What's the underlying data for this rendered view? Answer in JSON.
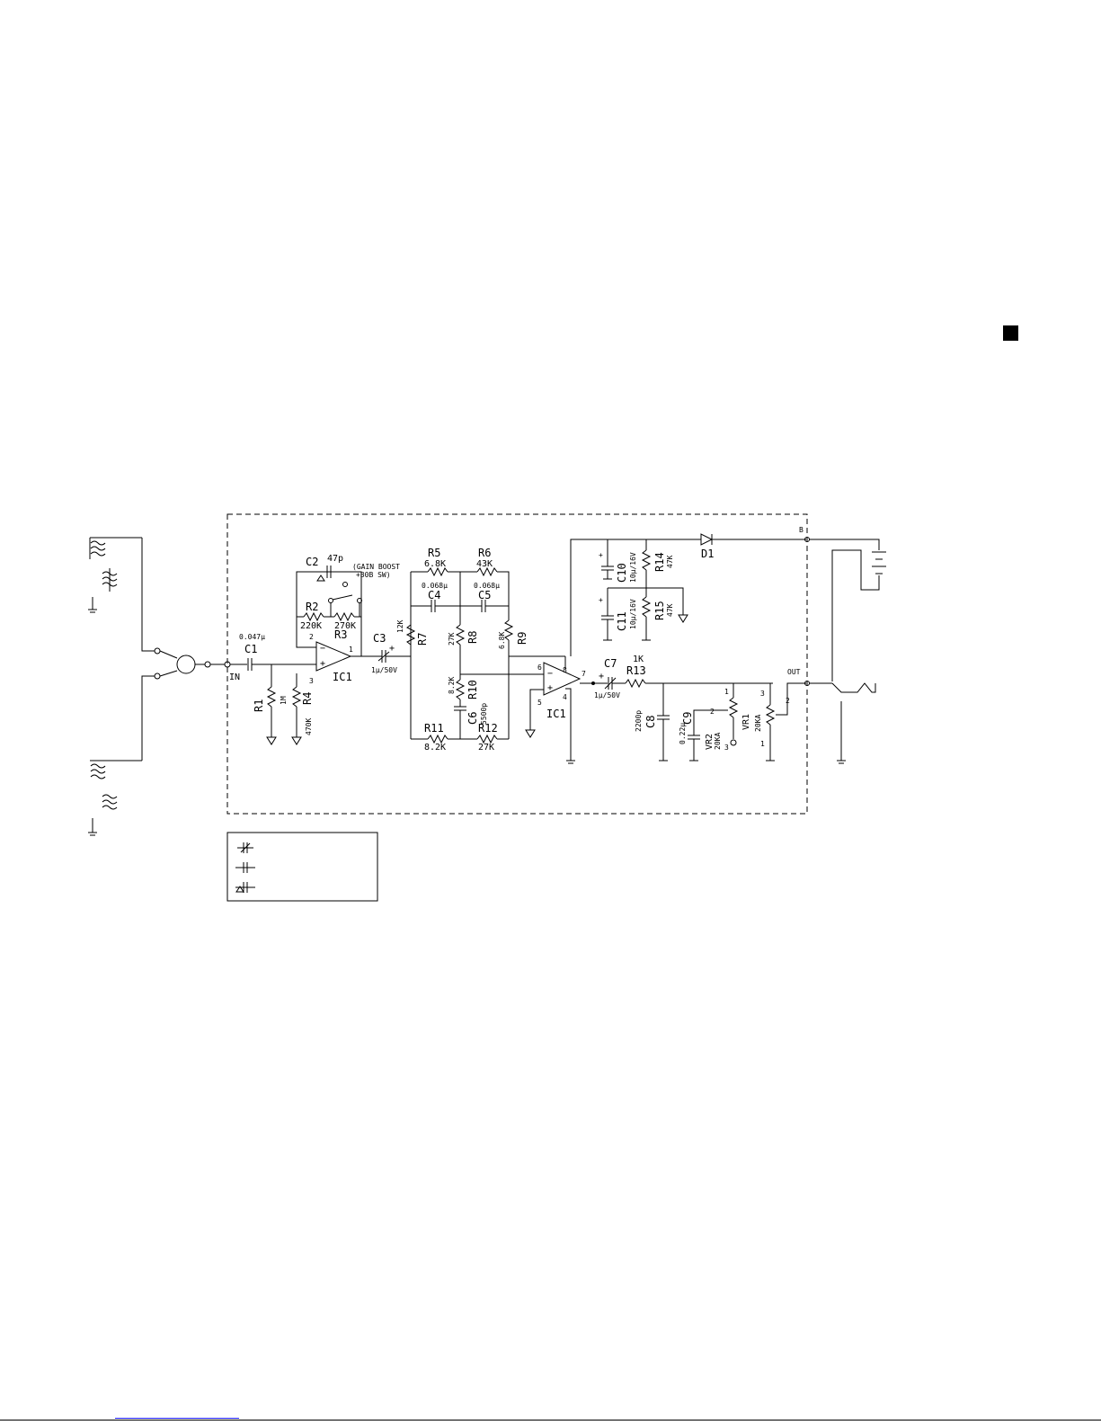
{
  "schematic": {
    "components": {
      "C1": {
        "ref": "C1",
        "value": "0.047μ"
      },
      "C2": {
        "ref": "C2",
        "value": "47p"
      },
      "C3": {
        "ref": "C3",
        "value": "1μ/50V"
      },
      "C4": {
        "ref": "C4",
        "value": "0.068μ"
      },
      "C5": {
        "ref": "C5",
        "value": "0.068μ"
      },
      "C6": {
        "ref": "C6",
        "value": "5500p"
      },
      "C7": {
        "ref": "C7",
        "value": "1μ/50V"
      },
      "C8": {
        "ref": "C8",
        "value": "2200p"
      },
      "C9": {
        "ref": "C9",
        "value": "0.22μ"
      },
      "C10": {
        "ref": "C10",
        "value": "10μ/16V"
      },
      "C11": {
        "ref": "C11",
        "value": "10μ/16V"
      },
      "R1": {
        "ref": "R1",
        "value": "1M"
      },
      "R2": {
        "ref": "R2",
        "value": "220K"
      },
      "R3": {
        "ref": "R3",
        "value": "270K"
      },
      "R4": {
        "ref": "R4",
        "value": "470K"
      },
      "R5": {
        "ref": "R5",
        "value": "6.8K"
      },
      "R6": {
        "ref": "R6",
        "value": "43K"
      },
      "R7": {
        "ref": "R7",
        "value": "12K"
      },
      "R8": {
        "ref": "R8",
        "value": "27K"
      },
      "R9": {
        "ref": "R9",
        "value": "6.8K"
      },
      "R10": {
        "ref": "R10",
        "value": "8.2K"
      },
      "R11": {
        "ref": "R11",
        "value": "8.2K"
      },
      "R12": {
        "ref": "R12",
        "value": "27K"
      },
      "R13": {
        "ref": "R13",
        "value": "1K"
      },
      "R14": {
        "ref": "R14",
        "value": "47K"
      },
      "R15": {
        "ref": "R15",
        "value": "47K"
      },
      "VR1": {
        "ref": "VR1",
        "value": "20KA"
      },
      "VR2": {
        "ref": "VR2",
        "value": "20KA"
      },
      "D1": {
        "ref": "D1"
      },
      "IC1": {
        "ref": "IC1"
      }
    },
    "gain_switch_note": [
      "(GAIN BOOST",
      "+30B SW)"
    ],
    "ports": {
      "input": "IN",
      "output": "OUT",
      "battery": "B"
    },
    "opamp_pins": {
      "ic1a": {
        "inv": "2",
        "noninv": "3",
        "out": "1"
      },
      "ic1b": {
        "inv": "6",
        "noninv": "5",
        "out": "7",
        "vcc": "8",
        "gnd": "4"
      }
    },
    "pot_pins": {
      "vr2": [
        "1",
        "2",
        "3"
      ],
      "vr1": [
        "3",
        "2",
        "1"
      ]
    },
    "opamp_signs": {
      "minus": "−",
      "plus": "+"
    },
    "polarity_mark": "+"
  },
  "colors": {
    "ink": "#000000",
    "link": "#1a1aff"
  }
}
